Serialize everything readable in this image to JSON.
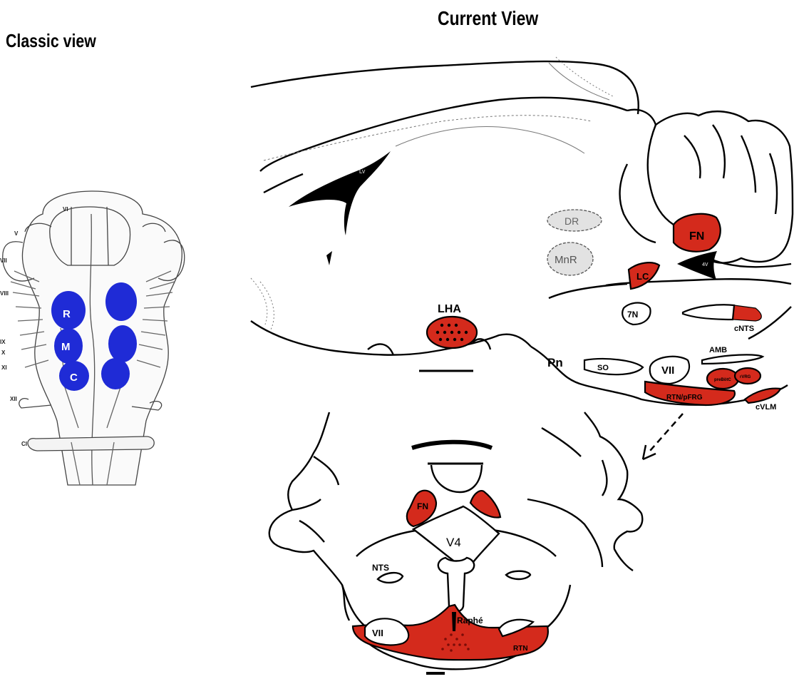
{
  "titles": {
    "classic": "Classic view",
    "current": "Current View"
  },
  "classic": {
    "nuclei": [
      "R",
      "M",
      "C"
    ],
    "nerve_labels": [
      "VI",
      "V",
      "VII",
      "VIII",
      "IX",
      "X",
      "XI",
      "XII",
      "CI"
    ]
  },
  "sagittal": {
    "ventricle_lv": "LV",
    "ventricle_4v": "4V",
    "regions": {
      "DR": "DR",
      "MnR": "MnR",
      "FN": "FN",
      "LC": "LC",
      "LHA": "LHA",
      "7N": "7N",
      "cNTS": "cNTS",
      "AMB": "AMB",
      "Pn": "Pn",
      "SO": "SO",
      "VII": "VII",
      "RTN": "RTN/pFRG",
      "preBotC": "preBötC",
      "rVRG": "rVRG",
      "cVLM": "cVLM"
    }
  },
  "coronal": {
    "regions": {
      "FN": "FN",
      "V4": "V4",
      "NTS": "NTS",
      "Raphe": "Raphé",
      "VII": "VII",
      "RTN": "RTN"
    }
  },
  "colors": {
    "highlight_red": "#d42a1c",
    "classic_blue": "#1f2bd6",
    "inactive_gray": "#e2e2e2",
    "line": "#000000"
  }
}
